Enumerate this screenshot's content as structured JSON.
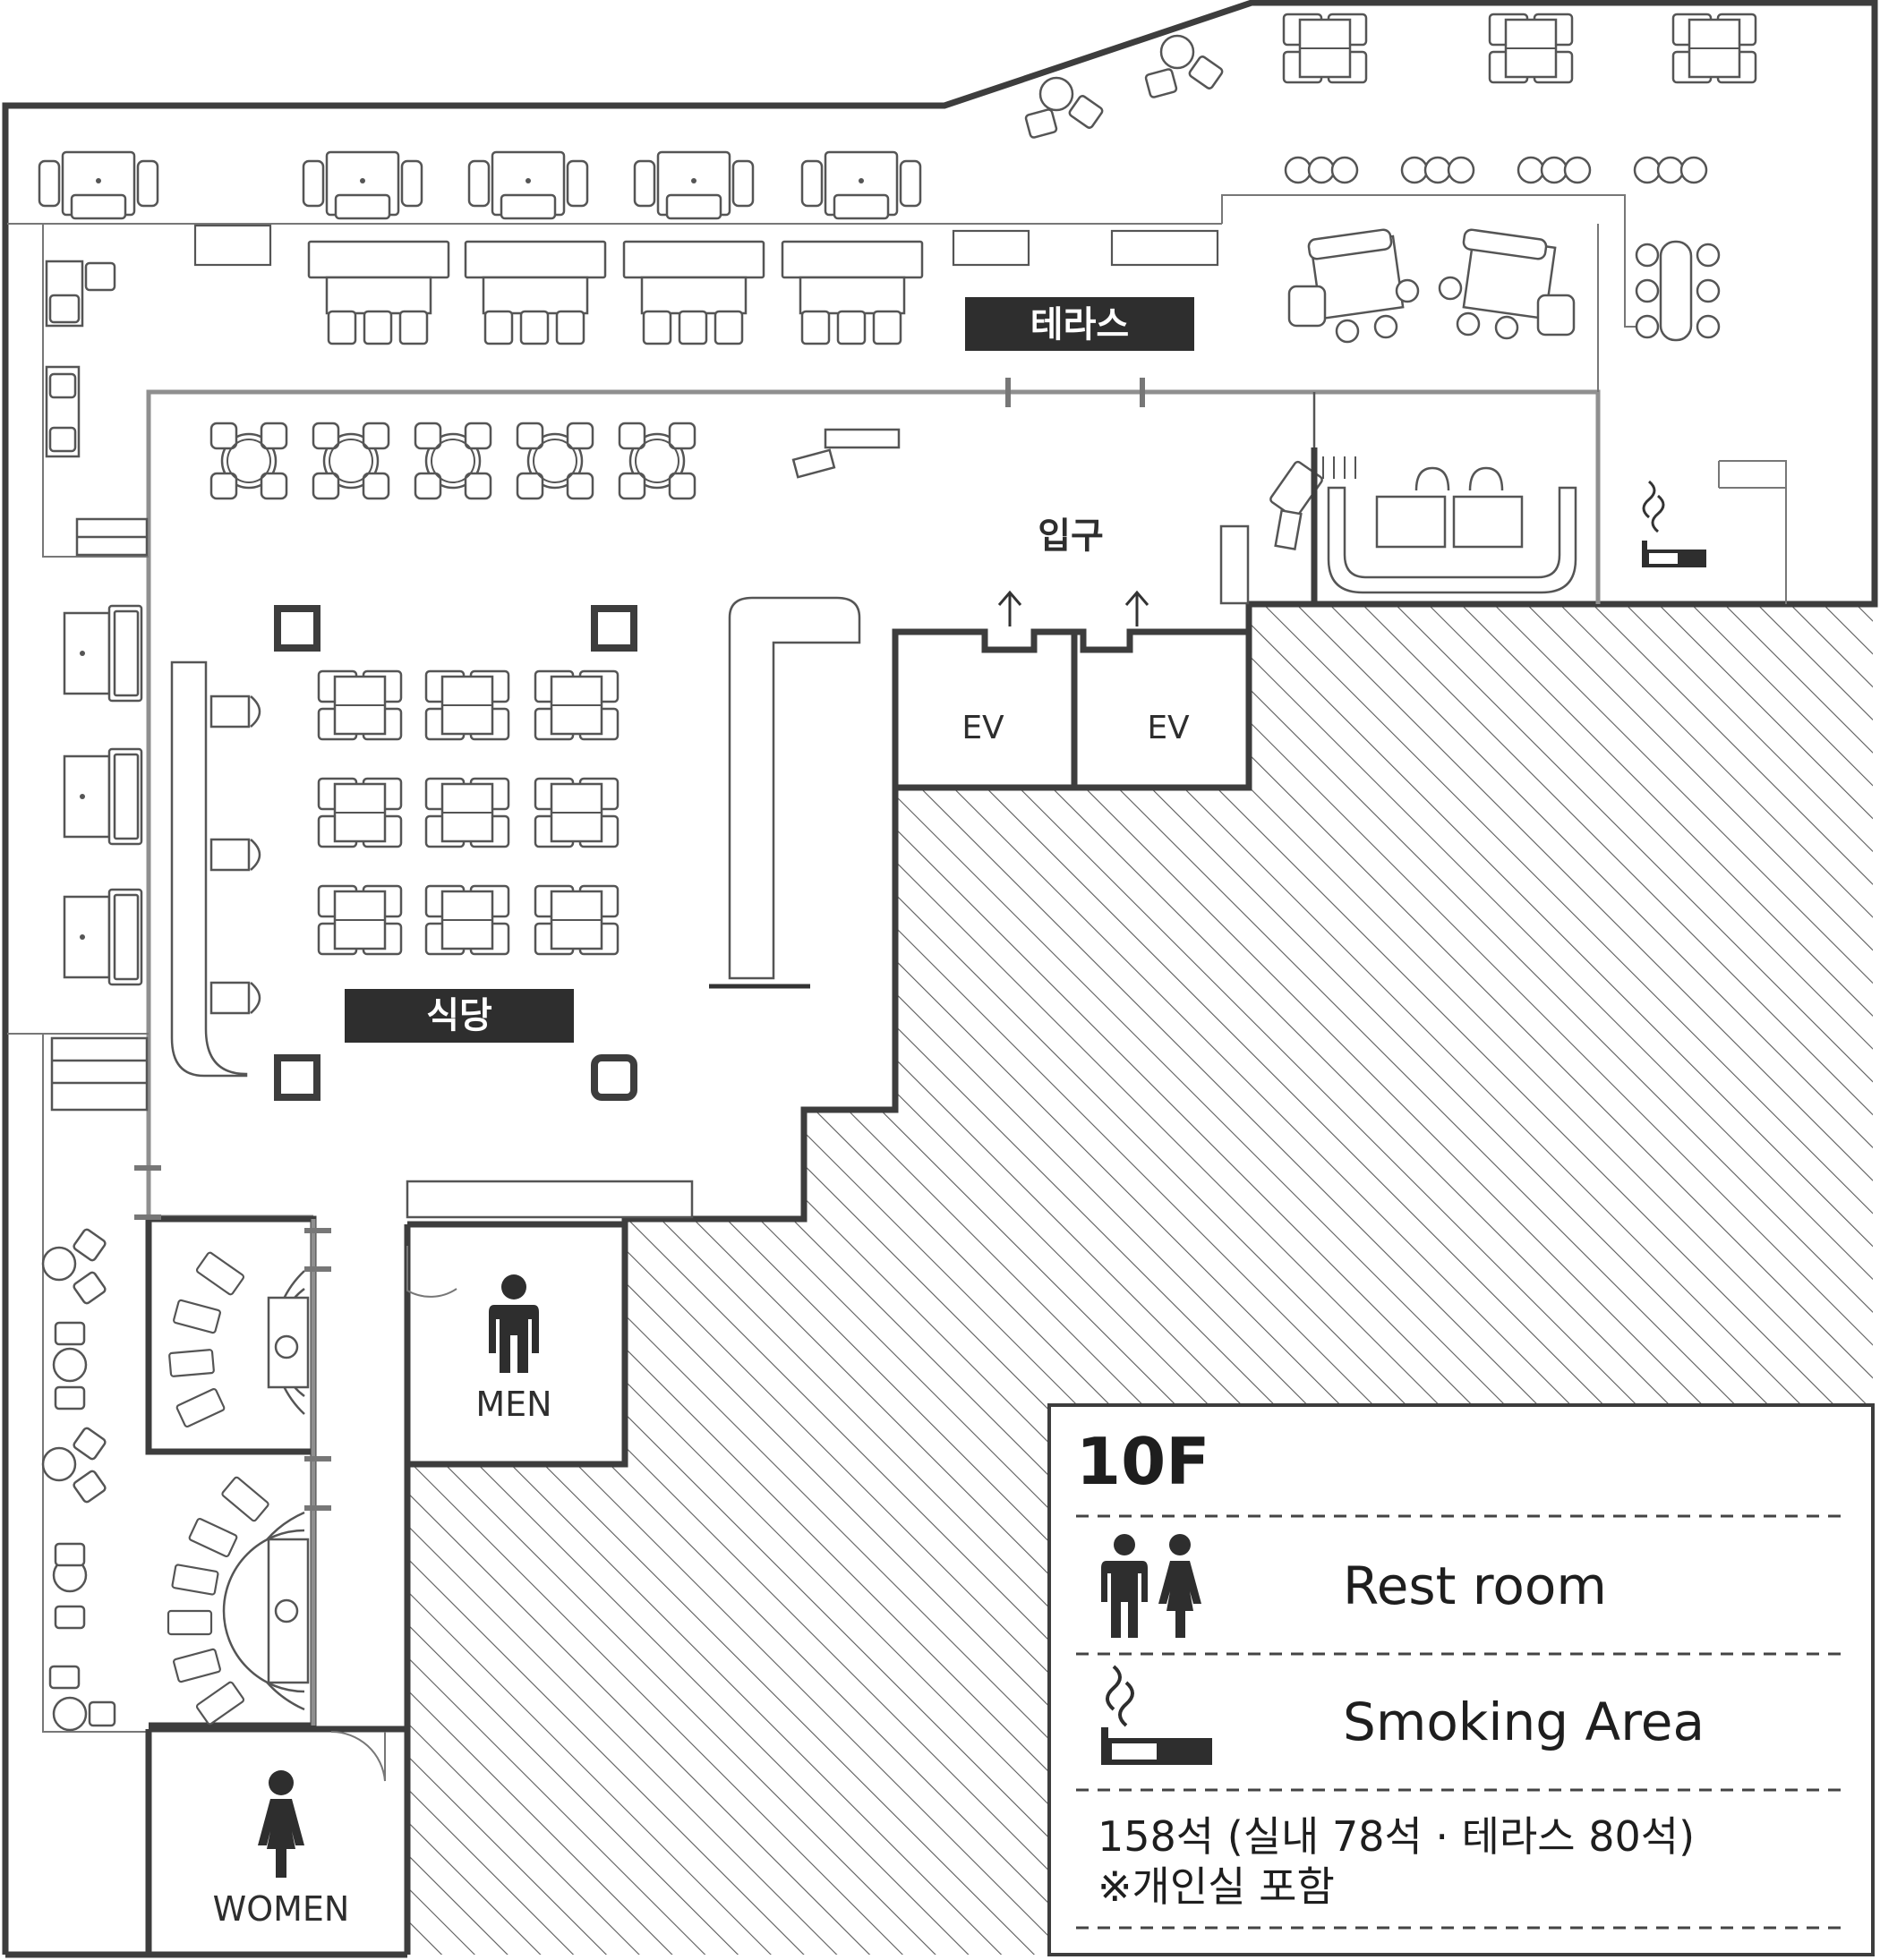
{
  "floor_plan": {
    "areas": {
      "terrace": "테라스",
      "dining": "식당",
      "entrance": "입구",
      "elevator_1": "EV",
      "elevator_2": "EV",
      "mens_restroom": "MEN",
      "womens_restroom": "WOMEN"
    },
    "icons": {
      "restroom": "restroom-icon",
      "smoking": "smoking-icon",
      "man": "man-icon",
      "woman": "woman-icon",
      "arrow": "arrow-up-icon"
    }
  },
  "legend": {
    "floor": "10F",
    "restroom_label": "Rest room",
    "smoking_label": "Smoking Area",
    "capacity_line1": "158석 (실내 78석 · 테라스 80석)",
    "capacity_line2": "※개인실 포함"
  },
  "colors": {
    "wall": "#3d3d3d",
    "label_fill": "#2e2e2e",
    "hatch": "#555555"
  }
}
